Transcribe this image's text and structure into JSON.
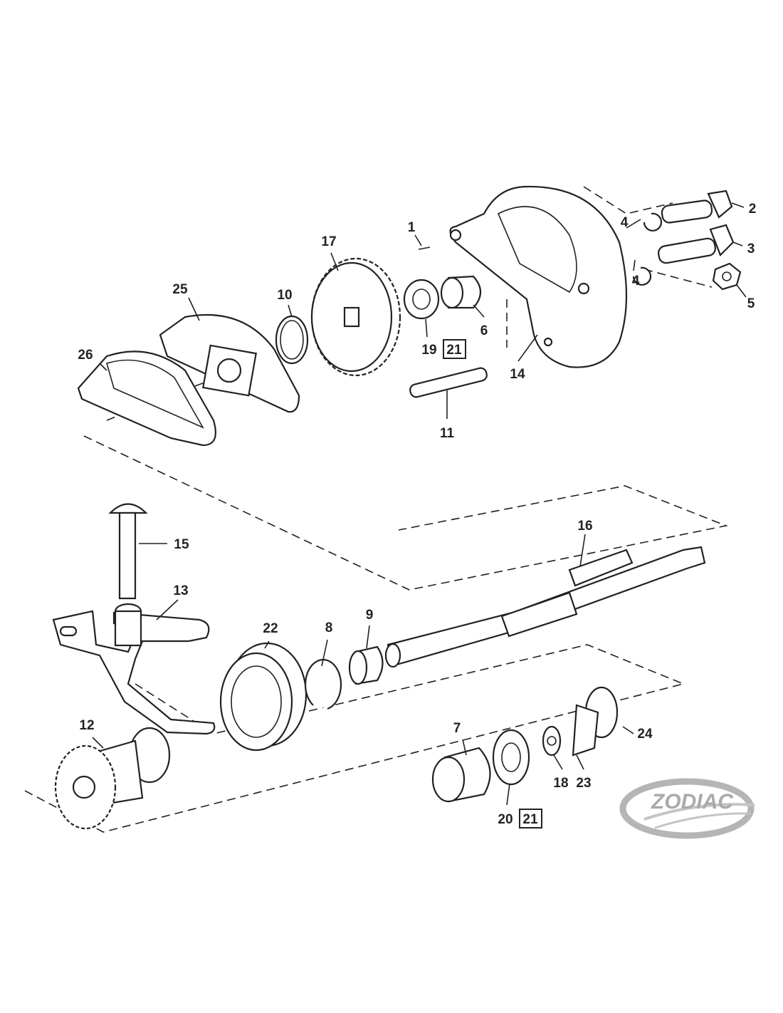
{
  "title": "Starter drive exploded parts diagram",
  "labels": {
    "p1": "1",
    "p2": "2",
    "p3": "3",
    "p4a": "4",
    "p4b": "4",
    "p5": "5",
    "p6": "6",
    "p7": "7",
    "p8": "8",
    "p9": "9",
    "p10": "10",
    "p11": "11",
    "p12": "12",
    "p13": "13",
    "p14": "14",
    "p15": "15",
    "p16": "16",
    "p17": "17",
    "p18": "18",
    "p19": "19",
    "p20": "20",
    "p21a": "21",
    "p21b": "21",
    "p22": "22",
    "p23": "23",
    "p24": "24",
    "p25": "25",
    "p26": "26"
  },
  "logo": {
    "text": "ZODIAC",
    "colors": {
      "logo": "#aaaaaa"
    }
  }
}
